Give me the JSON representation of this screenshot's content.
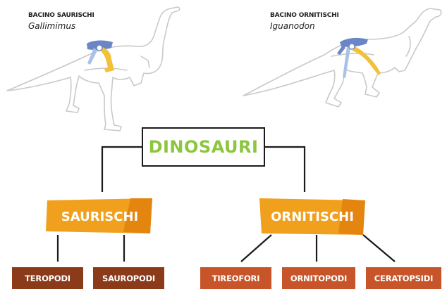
{
  "dinosaurs": [
    {
      "group": "BACINO SAURISCHI",
      "species": "Gallimimus",
      "icon": "gallimimus-skeleton"
    },
    {
      "group": "BACINO ORNITISCHI",
      "species": "Iguanodon",
      "icon": "iguanodon-skeleton"
    }
  ],
  "tree": {
    "root": "DINOSAURI",
    "clades": [
      {
        "label": "SAURISCHI",
        "children": [
          "TEROPODI",
          "SAUROPODI"
        ]
      },
      {
        "label": "ORNITISCHI",
        "children": [
          "TIREOFORI",
          "ORNITOPODI",
          "CERATOPSIDI"
        ]
      }
    ]
  },
  "colors": {
    "root_text": "#8cc63f",
    "clade_fill": "#f0a01c",
    "clade_fill_dark": "#e3850f",
    "saurischi_leaf": "#8b3a1a",
    "ornitischi_leaf": "#c8542a",
    "pelvis_blue": "#6b86c7",
    "pelvis_light_blue": "#a9c3e6",
    "pelvis_yellow": "#f2c13a",
    "outline": "#c9c9c9"
  }
}
